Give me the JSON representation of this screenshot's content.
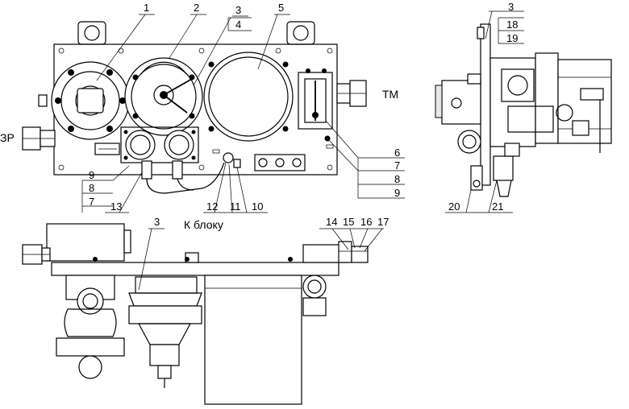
{
  "labels": {
    "zr": "ЗР",
    "tm": "ТМ",
    "k_bloku": "К блоку"
  },
  "callouts": [
    "1",
    "2",
    "3",
    "4",
    "5",
    "6",
    "7",
    "8",
    "9",
    "9",
    "8",
    "7",
    "13",
    "12",
    "11",
    "10",
    "3",
    "14",
    "15",
    "16",
    "17",
    "3",
    "18",
    "19",
    "20",
    "21"
  ]
}
